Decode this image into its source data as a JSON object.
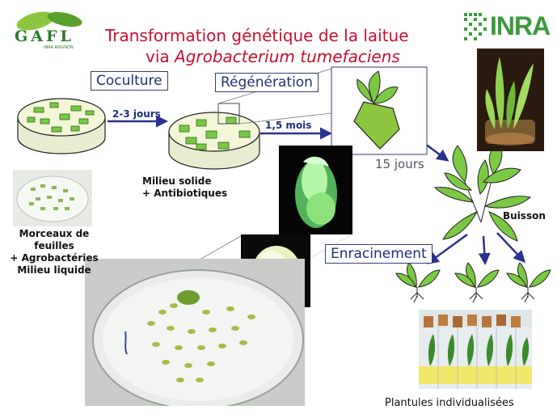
{
  "logos": {
    "gafl_text": "GAFL",
    "gafl_sub": "INRA AVIGNON",
    "inra_text": "INRA"
  },
  "title": {
    "line1": "Transformation génétique de la laitue",
    "line2_prefix": "via ",
    "line2_italic": "Agrobacterium tumefaciens"
  },
  "stages": {
    "coculture": "Coculture",
    "regeneration": "Régénération",
    "enracinement": "Enracinement"
  },
  "durations": {
    "d1": "2-3 jours",
    "d2": "1,5 mois",
    "d3": "15 jours"
  },
  "labels": {
    "milieu_line1": "Milieu solide",
    "milieu_line2": "+ Antibiotiques",
    "morceaux_line1": "Morceaux de",
    "morceaux_line2": "feuilles",
    "morceaux_line3": "+ Agrobactéries",
    "morceaux_line4": "Milieu liquide",
    "buisson": "Buisson",
    "plantules": "Plantules individualisées"
  },
  "colors": {
    "title": "#c8102e",
    "stage_text": "#1f2f7a",
    "arrow": "#2b3190",
    "leaf": "#7ac943",
    "dish": "#f3f7d8"
  }
}
